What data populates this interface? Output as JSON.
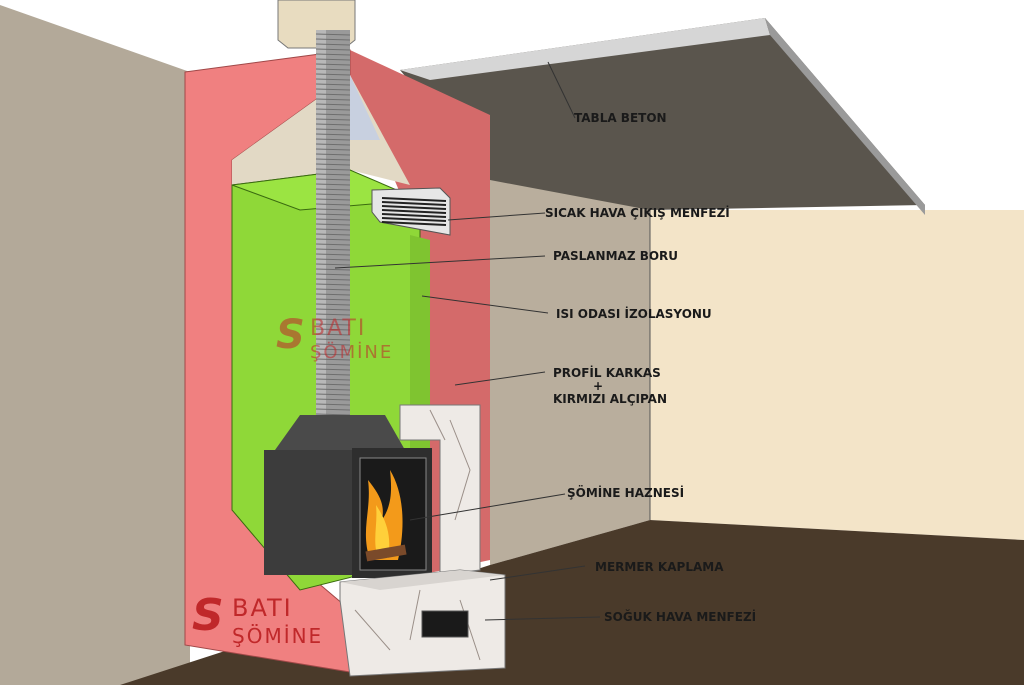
{
  "labels": {
    "tabla_beton": "TABLA BETON",
    "sicak_hava": "SICAK HAVA ÇIKIŞ MENFEZİ",
    "paslanmaz_boru": "PASLANMAZ BORU",
    "isi_odasi": "ISI ODASI İZOLASYONU",
    "profil_karkas": "PROFİL KARKAS",
    "plus": "+",
    "kirmizi_alcipan": "KIRMIZI ALÇIPAN",
    "somine_haznesi": "ŞÖMİNE HAZNESİ",
    "mermer_kaplama": "MERMER KAPLAMA",
    "soguk_hava": "SOĞUK HAVA MENFEZİ"
  },
  "logo": {
    "line1": "BATI",
    "line2": "ŞÖMİNE"
  },
  "colors": {
    "red_panel": "#f08080",
    "insulation": "#8fd838",
    "floor": "#4a3a2a",
    "ceiling": "#5a554d"
  }
}
